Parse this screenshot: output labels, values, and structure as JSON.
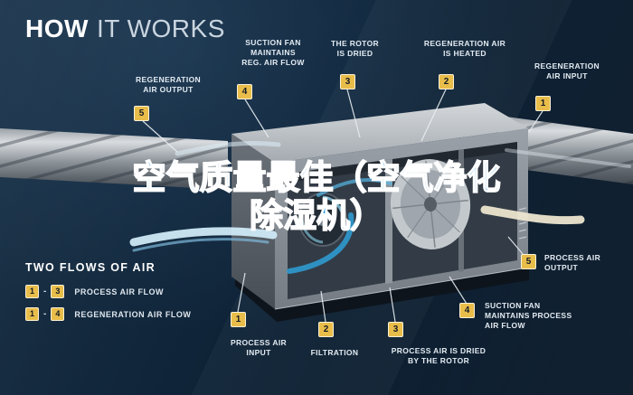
{
  "colors": {
    "background": "#0d2236",
    "badge": "#e9bd4a",
    "badge_text": "#141c26",
    "label_text": "#e3ebf2",
    "overlay_blue": "#1e96e0",
    "overlay_outline": "#ffffff"
  },
  "header": {
    "title_bold": "HOW",
    "title_light": "IT WORKS"
  },
  "overlay": {
    "line1": "空气质量最佳（空气净化",
    "line2": "除湿机）"
  },
  "callouts": [
    {
      "id": "regeneration-air-output",
      "num": "5",
      "label": "REGENERATION\nAIR OUTPUT"
    },
    {
      "id": "suction-fan-reg-air-flow",
      "num": "4",
      "label": "SUCTION FAN\nMAINTAINS\nREG. AIR FLOW"
    },
    {
      "id": "rotor-is-dried",
      "num": "3",
      "label": "THE ROTOR\nIS DRIED"
    },
    {
      "id": "regeneration-air-heated",
      "num": "2",
      "label": "REGENERATION AIR\nIS HEATED"
    },
    {
      "id": "regeneration-air-input",
      "num": "1",
      "label": "REGENERATION\nAIR INPUT"
    },
    {
      "id": "process-air-output",
      "num": "5",
      "label": "PROCESS AIR\nOUTPUT"
    },
    {
      "id": "suction-fan-process-air-flow",
      "num": "4",
      "label": "SUCTION FAN\nMAINTAINS PROCESS\nAIR FLOW"
    },
    {
      "id": "process-air-dried-by-rotor",
      "num": "3",
      "label": "PROCESS AIR IS DRIED\nBY THE ROTOR"
    },
    {
      "id": "filtration",
      "num": "2",
      "label": "FILTRATION"
    },
    {
      "id": "process-air-input",
      "num": "1",
      "label": "PROCESS AIR\nINPUT"
    }
  ],
  "legend": {
    "heading": "TWO FLOWS OF AIR",
    "rows": [
      {
        "start": "1",
        "dash": "-",
        "end": "3",
        "label": "PROCESS AIR FLOW"
      },
      {
        "start": "1",
        "dash": "-",
        "end": "4",
        "label": "REGENERATION AIR FLOW"
      }
    ]
  }
}
